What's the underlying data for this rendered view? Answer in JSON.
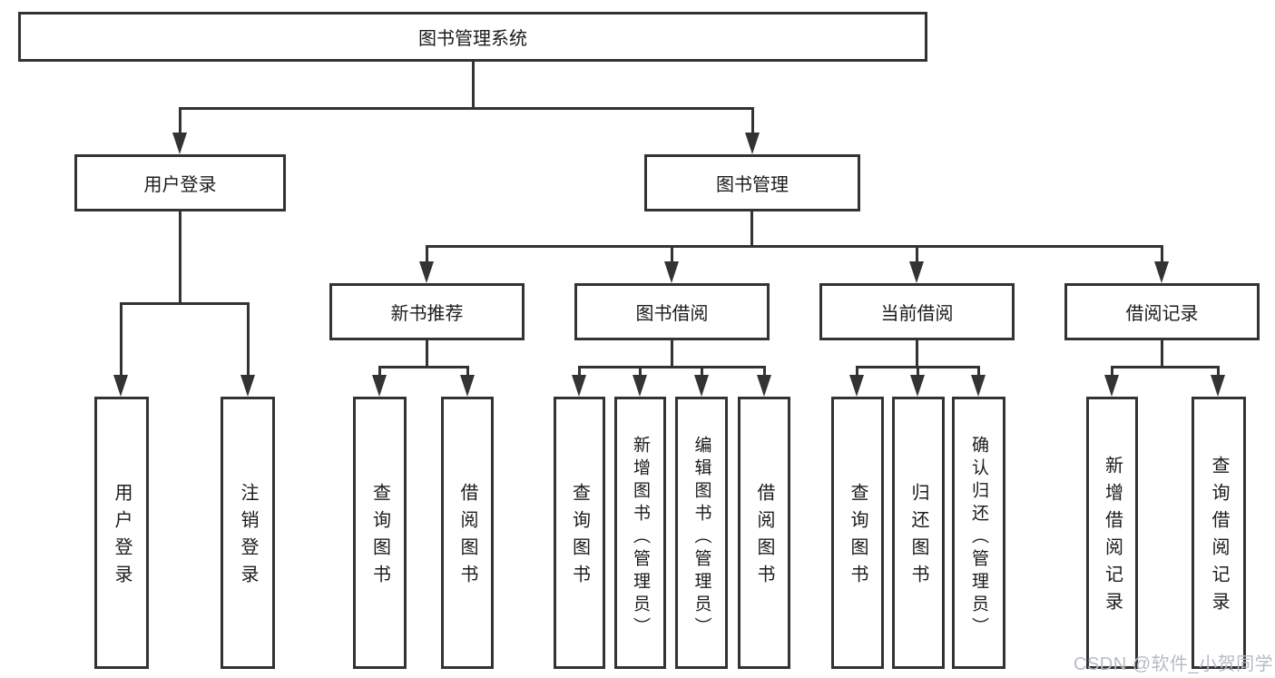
{
  "diagram": {
    "root": "图书管理系统",
    "branches": {
      "user_login": {
        "label": "用户登录",
        "children": [
          "用户登录",
          "注销登录"
        ]
      },
      "book_management": {
        "label": "图书管理",
        "sections": [
          {
            "label": "新书推荐",
            "children": [
              "查询图书",
              "借阅图书"
            ]
          },
          {
            "label": "图书借阅",
            "children": [
              "查询图书",
              "新增图书（管理员）",
              "编辑图书（管理员）",
              "借阅图书"
            ]
          },
          {
            "label": "当前借阅",
            "children": [
              "查询图书",
              "归还图书",
              "确认归还（管理员）"
            ]
          },
          {
            "label": "借阅记录",
            "children": [
              "新增借阅记录",
              "查询借阅记录"
            ]
          }
        ]
      }
    }
  },
  "watermark": "CSDN @软件_小贺同学",
  "colors": {
    "background": "#ffffff",
    "line": "#333333",
    "text": "#1b1b1b",
    "watermark": "#b6bcc2"
  }
}
